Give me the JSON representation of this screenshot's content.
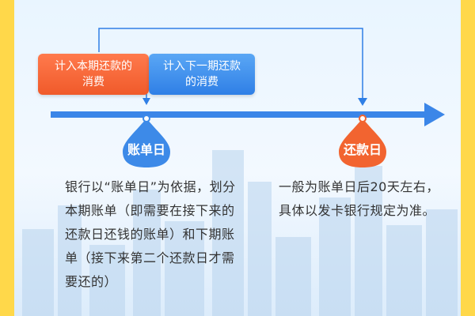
{
  "tags": {
    "current_period": "计入本期还款的消费",
    "next_period": "计入下一期还款的消费"
  },
  "markers": {
    "statement_day": "账单日",
    "repayment_day": "还款日"
  },
  "descriptions": {
    "statement_day": "银行以“账单日”为依据，划分本期账单（即需要在接下来的还款日还钱的账单）和下期账单（接下来第二个还款日才需要还的）",
    "repayment_day": "一般为账单日后20天左右，具体以发卡银行规定为准。"
  },
  "colors": {
    "orange": "#f26430",
    "blue": "#2f7fe6",
    "frame": "#ffd84a"
  }
}
